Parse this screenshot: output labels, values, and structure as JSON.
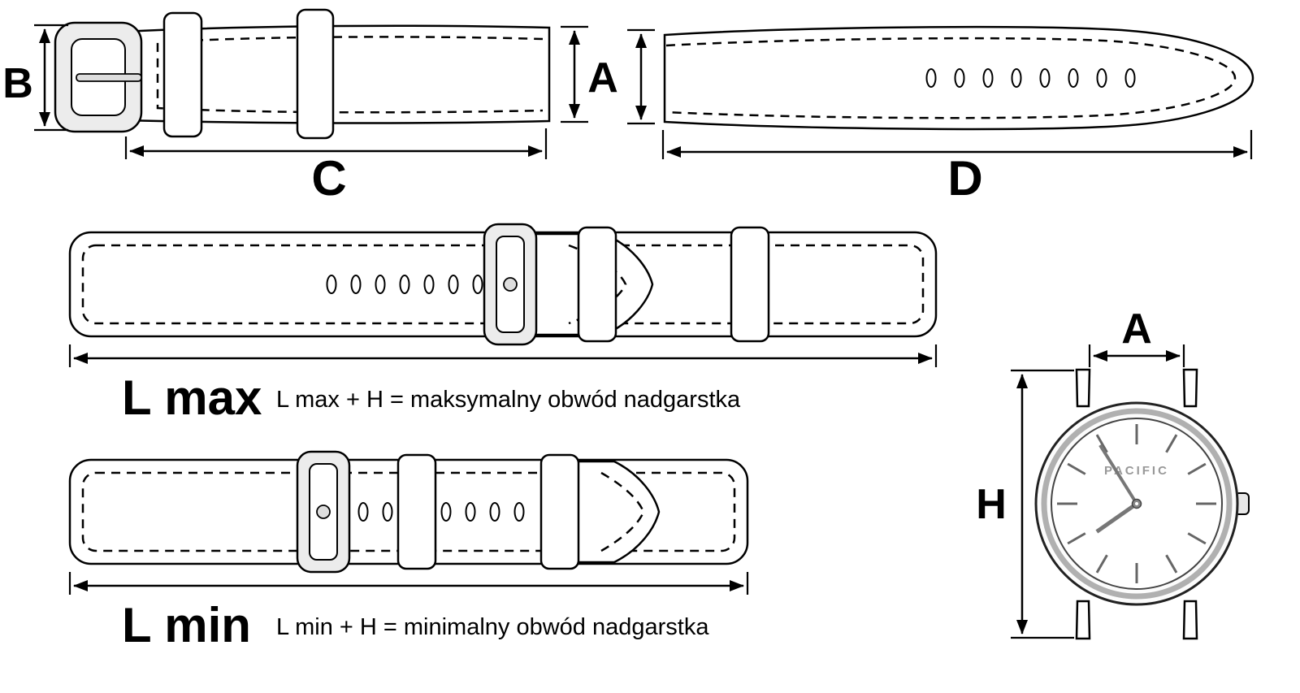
{
  "colors": {
    "ink": "#000000",
    "paper": "#ffffff",
    "metal": "#ececec"
  },
  "buckle_strap": {
    "dim_buckle_width": "B",
    "dim_length": "C"
  },
  "dim_strap_width": "A",
  "tail_strap": {
    "dim_length": "D"
  },
  "lmax": {
    "label": "L max",
    "formula": "L max + H  = maksymalny obwód nadgarstka"
  },
  "lmin": {
    "label": "L min",
    "formula": "L min + H  = minimalny obwód nadgarstka"
  },
  "watch": {
    "brand": "PACIFIC",
    "dim_lug_width": "A",
    "dim_height": "H"
  }
}
